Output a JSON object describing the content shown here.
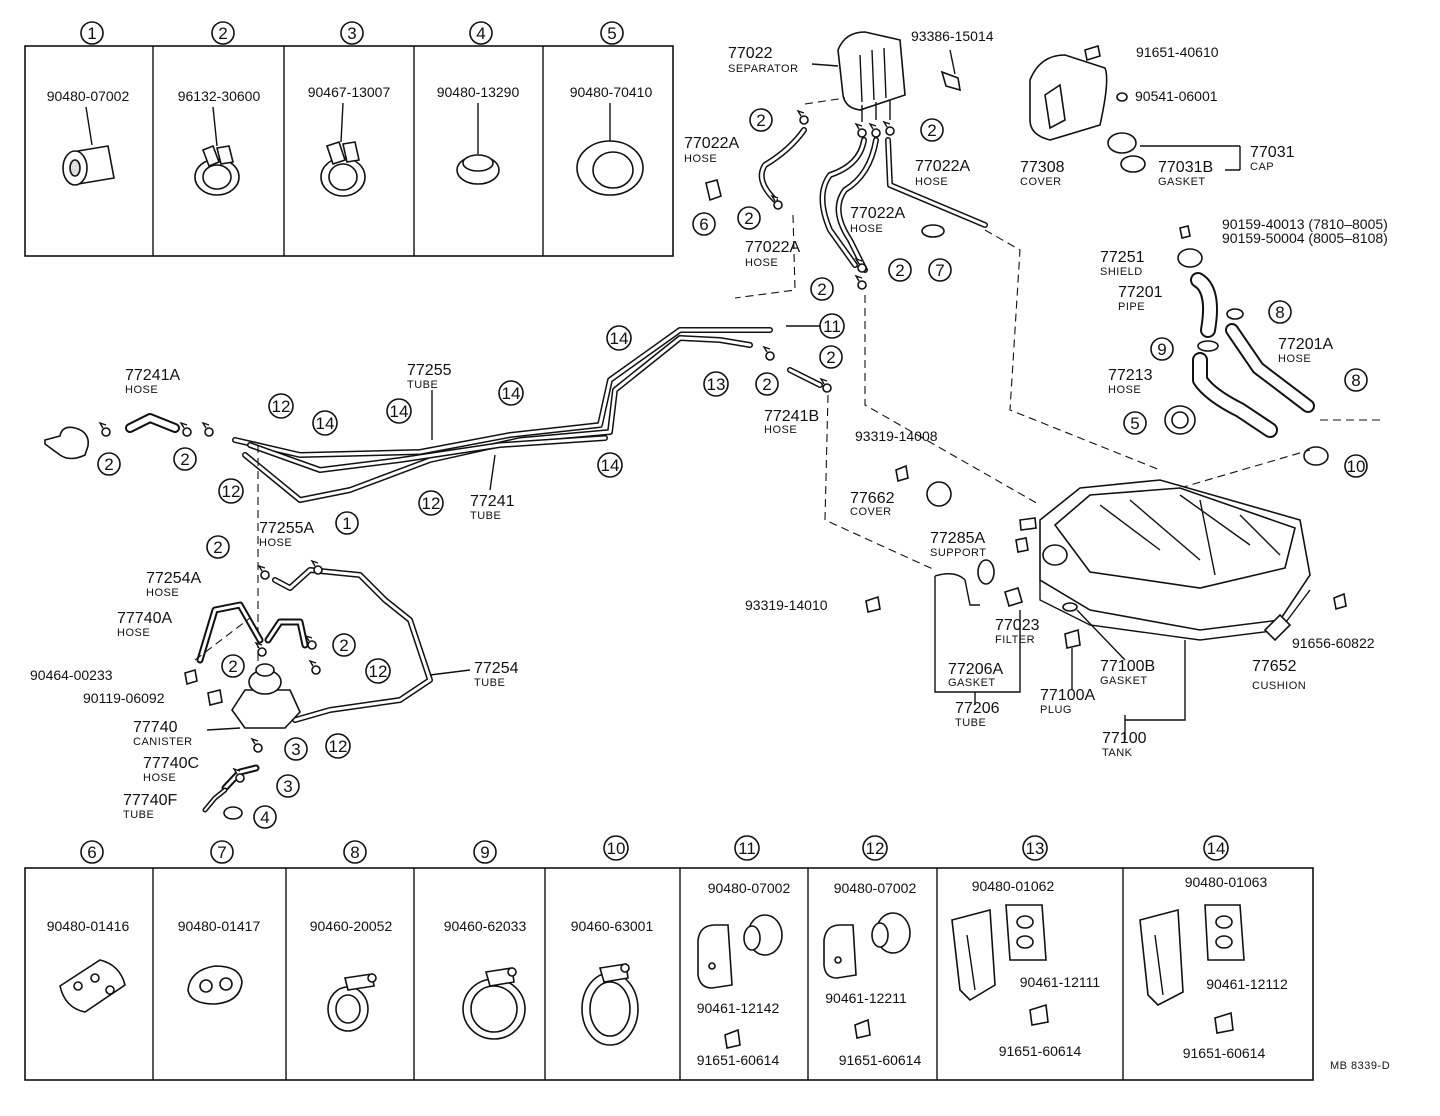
{
  "top_table": [
    {
      "num": "1",
      "part": "90480-07002"
    },
    {
      "num": "2",
      "part": "96132-30600"
    },
    {
      "num": "3",
      "part": "90467-13007"
    },
    {
      "num": "4",
      "part": "90480-13290"
    },
    {
      "num": "5",
      "part": "90480-70410"
    }
  ],
  "bottom_table": [
    {
      "num": "6",
      "parts": [
        "90480-01416"
      ]
    },
    {
      "num": "7",
      "parts": [
        "90480-01417"
      ]
    },
    {
      "num": "8",
      "parts": [
        "90460-20052"
      ]
    },
    {
      "num": "9",
      "parts": [
        "90460-62033"
      ]
    },
    {
      "num": "10",
      "parts": [
        "90460-63001"
      ]
    },
    {
      "num": "11",
      "parts": [
        "90480-07002",
        "90461-12142",
        "91651-60614"
      ]
    },
    {
      "num": "12",
      "parts": [
        "90480-07002",
        "90461-12211",
        "91651-60614"
      ]
    },
    {
      "num": "13",
      "parts": [
        "90480-01062",
        "90461-12111",
        "91651-60614"
      ]
    },
    {
      "num": "14",
      "parts": [
        "90480-01063",
        "90461-12112",
        "91651-60614"
      ]
    }
  ],
  "labels": {
    "separator_no": "77022",
    "separator": "SEPARATOR",
    "bolt_93386": "93386-15014",
    "hose_77022a": "77022A",
    "hose": "HOSE",
    "bolt_91651_40610": "91651-40610",
    "part_90541": "90541-06001",
    "cover_77308": "77308",
    "cover": "COVER",
    "cap_77031": "77031",
    "cap": "CAP",
    "gasket_77031b": "77031B",
    "gasket": "GASKET",
    "screw_90159_a": "90159-40013 (7810–8005)",
    "screw_90159_b": "90159-50004 (8005–8108)",
    "shield_77251": "77251",
    "shield": "SHIELD",
    "pipe_77201": "77201",
    "pipe": "PIPE",
    "hose_77201a": "77201A",
    "hose_77213": "77213",
    "hose_77241a": "77241A",
    "tube_77255": "77255",
    "tube": "TUBE",
    "tube_77241": "77241",
    "hose_77241b": "77241B",
    "screw_93319_14008": "93319-14008",
    "cover_77662": "77662",
    "support_77285a": "77285A",
    "support": "SUPPORT",
    "screw_93319_14010": "93319-14010",
    "filter_77023": "77023",
    "filter": "FILTER",
    "gasket_77206a": "77206A",
    "tube_77206": "77206",
    "gasket_77100b": "77100B",
    "plug_77100a": "77100A",
    "plug": "PLUG",
    "tank_77100": "77100",
    "tank": "TANK",
    "cushion_77652": "77652",
    "cushion": "CUSHION",
    "bolt_91656": "91656-60822",
    "hose_77255a": "77255A",
    "hose_77254a": "77254A",
    "hose_77740a": "77740A",
    "tube_77254": "77254",
    "nut_90464": "90464-00233",
    "bolt_90119": "90119-06092",
    "canister_77740": "77740",
    "canister": "CANISTER",
    "hose_77740c": "77740C",
    "tube_77740f": "77740F",
    "ref_code": "MB  8339-D"
  },
  "callouts": [
    "1",
    "2",
    "3",
    "4",
    "5",
    "6",
    "7",
    "8",
    "9",
    "10",
    "11",
    "12",
    "13",
    "14"
  ]
}
